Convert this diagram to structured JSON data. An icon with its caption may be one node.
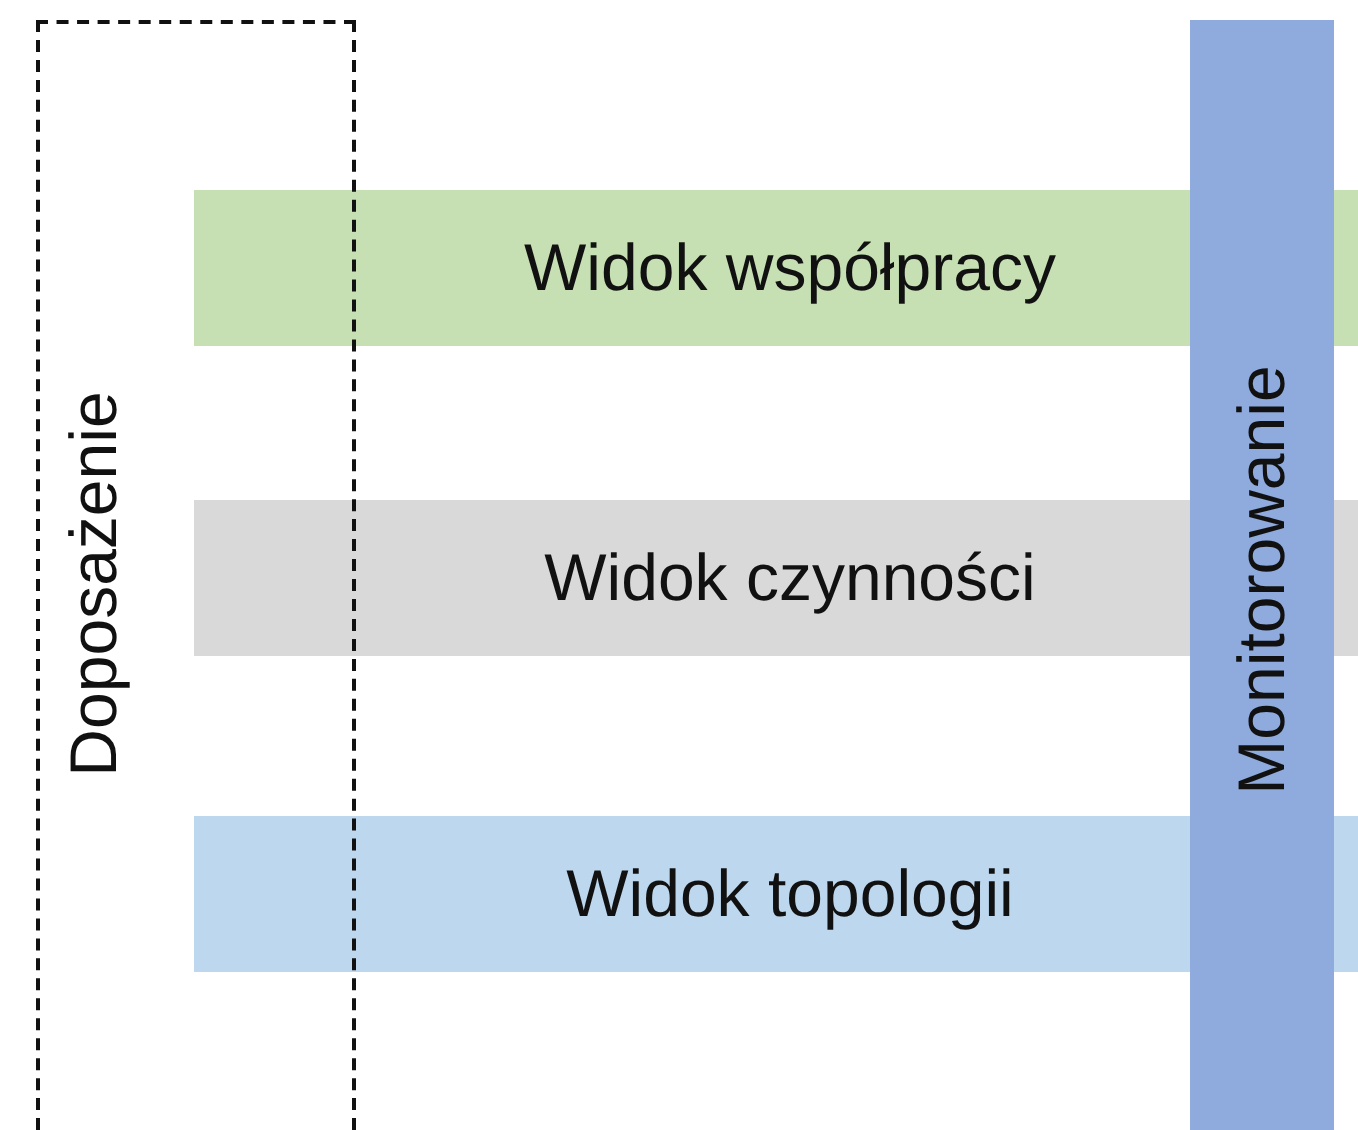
{
  "diagram": {
    "nodes": [
      {
        "text": [
          "Doposażenie"
        ]
      },
      {
        "text": [
          "Widok współpracy"
        ]
      },
      {
        "text": [
          "Widok czynności"
        ]
      },
      {
        "text": [
          "Widok topologii"
        ]
      },
      {
        "text": [
          "Monitorowanie"
        ]
      }
    ],
    "edges": []
  }
}
